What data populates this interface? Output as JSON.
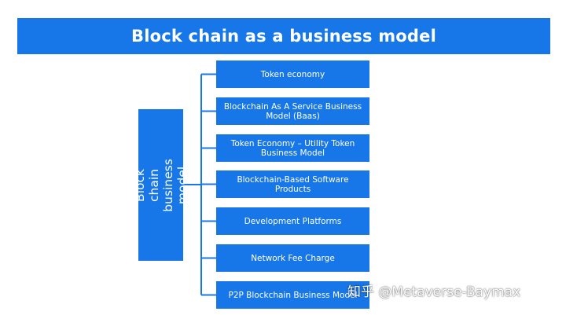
{
  "title": "Block chain as a business model",
  "root": {
    "label": "Block chain business model"
  },
  "items": [
    "Token economy",
    "Blockchain As A Service Business Model (Baas)",
    "Token Economy – Utility Token Business Model",
    "Blockchain-Based Software Products",
    "Development Platforms",
    "Network Fee Charge",
    "P2P Blockchain Business Model"
  ],
  "watermark": "知乎 @Metaverse-Baymax",
  "colors": {
    "box_fill": "#1877e8",
    "connector": "#1877e8",
    "text": "#ffffff",
    "background": "#ffffff"
  }
}
